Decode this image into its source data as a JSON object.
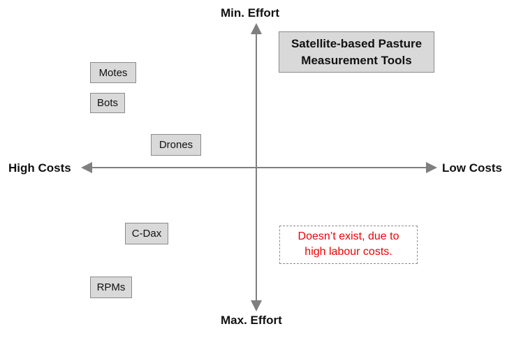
{
  "axes": {
    "top": "Min. Effort",
    "bottom": "Max. Effort",
    "left": "High Costs",
    "right": "Low Costs"
  },
  "items": [
    "Motes",
    "Bots",
    "Drones",
    "C-Dax",
    "RPMs"
  ],
  "highlight": {
    "line1": "Satellite-based Pasture",
    "line2": "Measurement Tools"
  },
  "note": {
    "line1": "Doesn’t exist, due to",
    "line2": "high labour costs."
  },
  "colors": {
    "axis": "#7f7f7f",
    "box": "#d9d9d9",
    "note_text": "#ff0000"
  }
}
